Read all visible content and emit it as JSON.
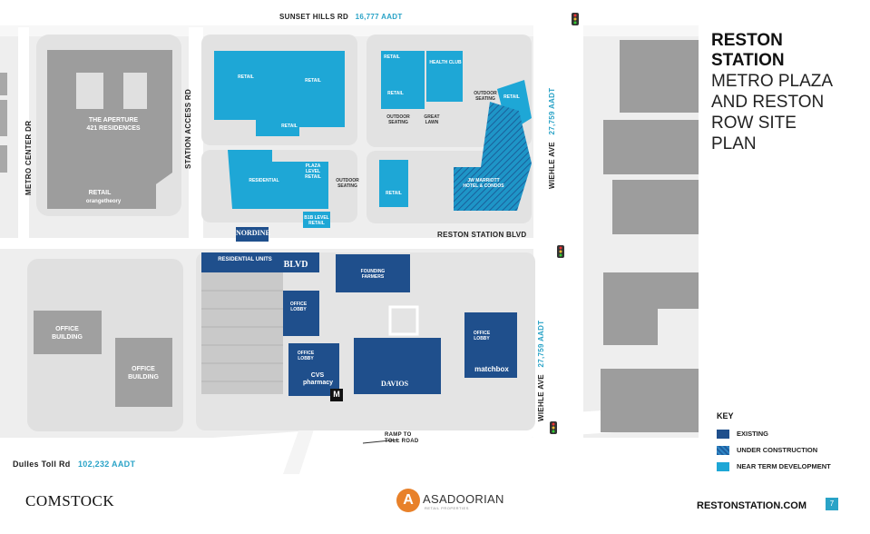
{
  "roads": {
    "sunset_hills": {
      "name": "SUNSET HILLS RD",
      "aadt": "16,777 AADT"
    },
    "metro_center": "METRO CENTER DR",
    "station_access": "STATION ACCESS RD",
    "reston_station_blvd": "RESTON STATION BLVD",
    "wiehle_upper": {
      "name": "WIEHLE AVE",
      "aadt": "27,759 AADT"
    },
    "wiehle_lower": {
      "name": "WIEHLE AVE",
      "aadt": "27,759 AADT"
    },
    "dulles": {
      "name": "Dulles Toll Rd",
      "aadt": "102,232 AADT"
    },
    "ramp": "RAMP TO\nTOLL ROAD"
  },
  "buildings": {
    "aperture": "THE APERTURE\n421 RESIDENCES",
    "aperture_retail": "RETAIL",
    "orangetheory": "orangetheory",
    "office1": "OFFICE\nBUILDING",
    "office2": "OFFICE\nBUILDING",
    "retail_a": "RETAIL",
    "retail_b": "RETAIL",
    "retail_c": "RETAIL",
    "residential": "RESIDENTIAL",
    "plaza_retail": "PLAZA\nLEVEL\nRETAIL",
    "b1_retail": "B1B LEVEL\nRETAIL",
    "outdoor_seating1": "OUTDOOR\nSEATING",
    "retail_d": "RETAIL",
    "health_club": "HEALTH CLUB",
    "retail_e": "RETAIL",
    "outdoor_seating2": "OUTDOOR\nSEATING",
    "great_lawn": "GREAT\nLAWN",
    "outdoor_seating3": "OUTDOOR\nSEATING",
    "retail_f": "RETAIL",
    "marriott": "JW MARRIOTT\nHOTEL & CONDOS",
    "retail_g": "RETAIL",
    "nordine": "NORDINE",
    "residential_units": "RESIDENTIAL UNITS",
    "blvd": "BLVD",
    "founding_farmers": "FOUNDING\nFARMERS",
    "office_lobby1": "OFFICE\nLOBBY",
    "office_lobby2": "OFFICE\nLOBBY",
    "office_lobby3": "OFFICE\nLOBBY",
    "cvs": "CVS\npharmacy",
    "davios": "DAVIOS",
    "matchbox": "matchbox",
    "metro_m": "M"
  },
  "title": {
    "line1": "RESTON",
    "line2": "STATION",
    "line3": "METRO PLAZA",
    "line4": "AND RESTON",
    "line5": "ROW SITE",
    "line6": "PLAN"
  },
  "key": {
    "title": "KEY",
    "items": [
      {
        "label": "EXISTING",
        "color": "#1f4f8c"
      },
      {
        "label": "UNDER CONSTRUCTION",
        "color": "#1f5fa0"
      },
      {
        "label": "NEAR TERM DEVELOPMENT",
        "color": "#1ea7d6"
      }
    ]
  },
  "footer": {
    "comstock": "COMSTOCK",
    "asadoorian": "ASADOORIAN",
    "asadoorian_sub": "RETAIL PROPERTIES",
    "url": "RESTONSTATION.COM",
    "page": "7"
  },
  "colors": {
    "existing": "#1f4f8c",
    "near_term": "#1ea7d6",
    "accent_aadt": "#2aa3c7",
    "building_gray": "#9d9d9d"
  }
}
